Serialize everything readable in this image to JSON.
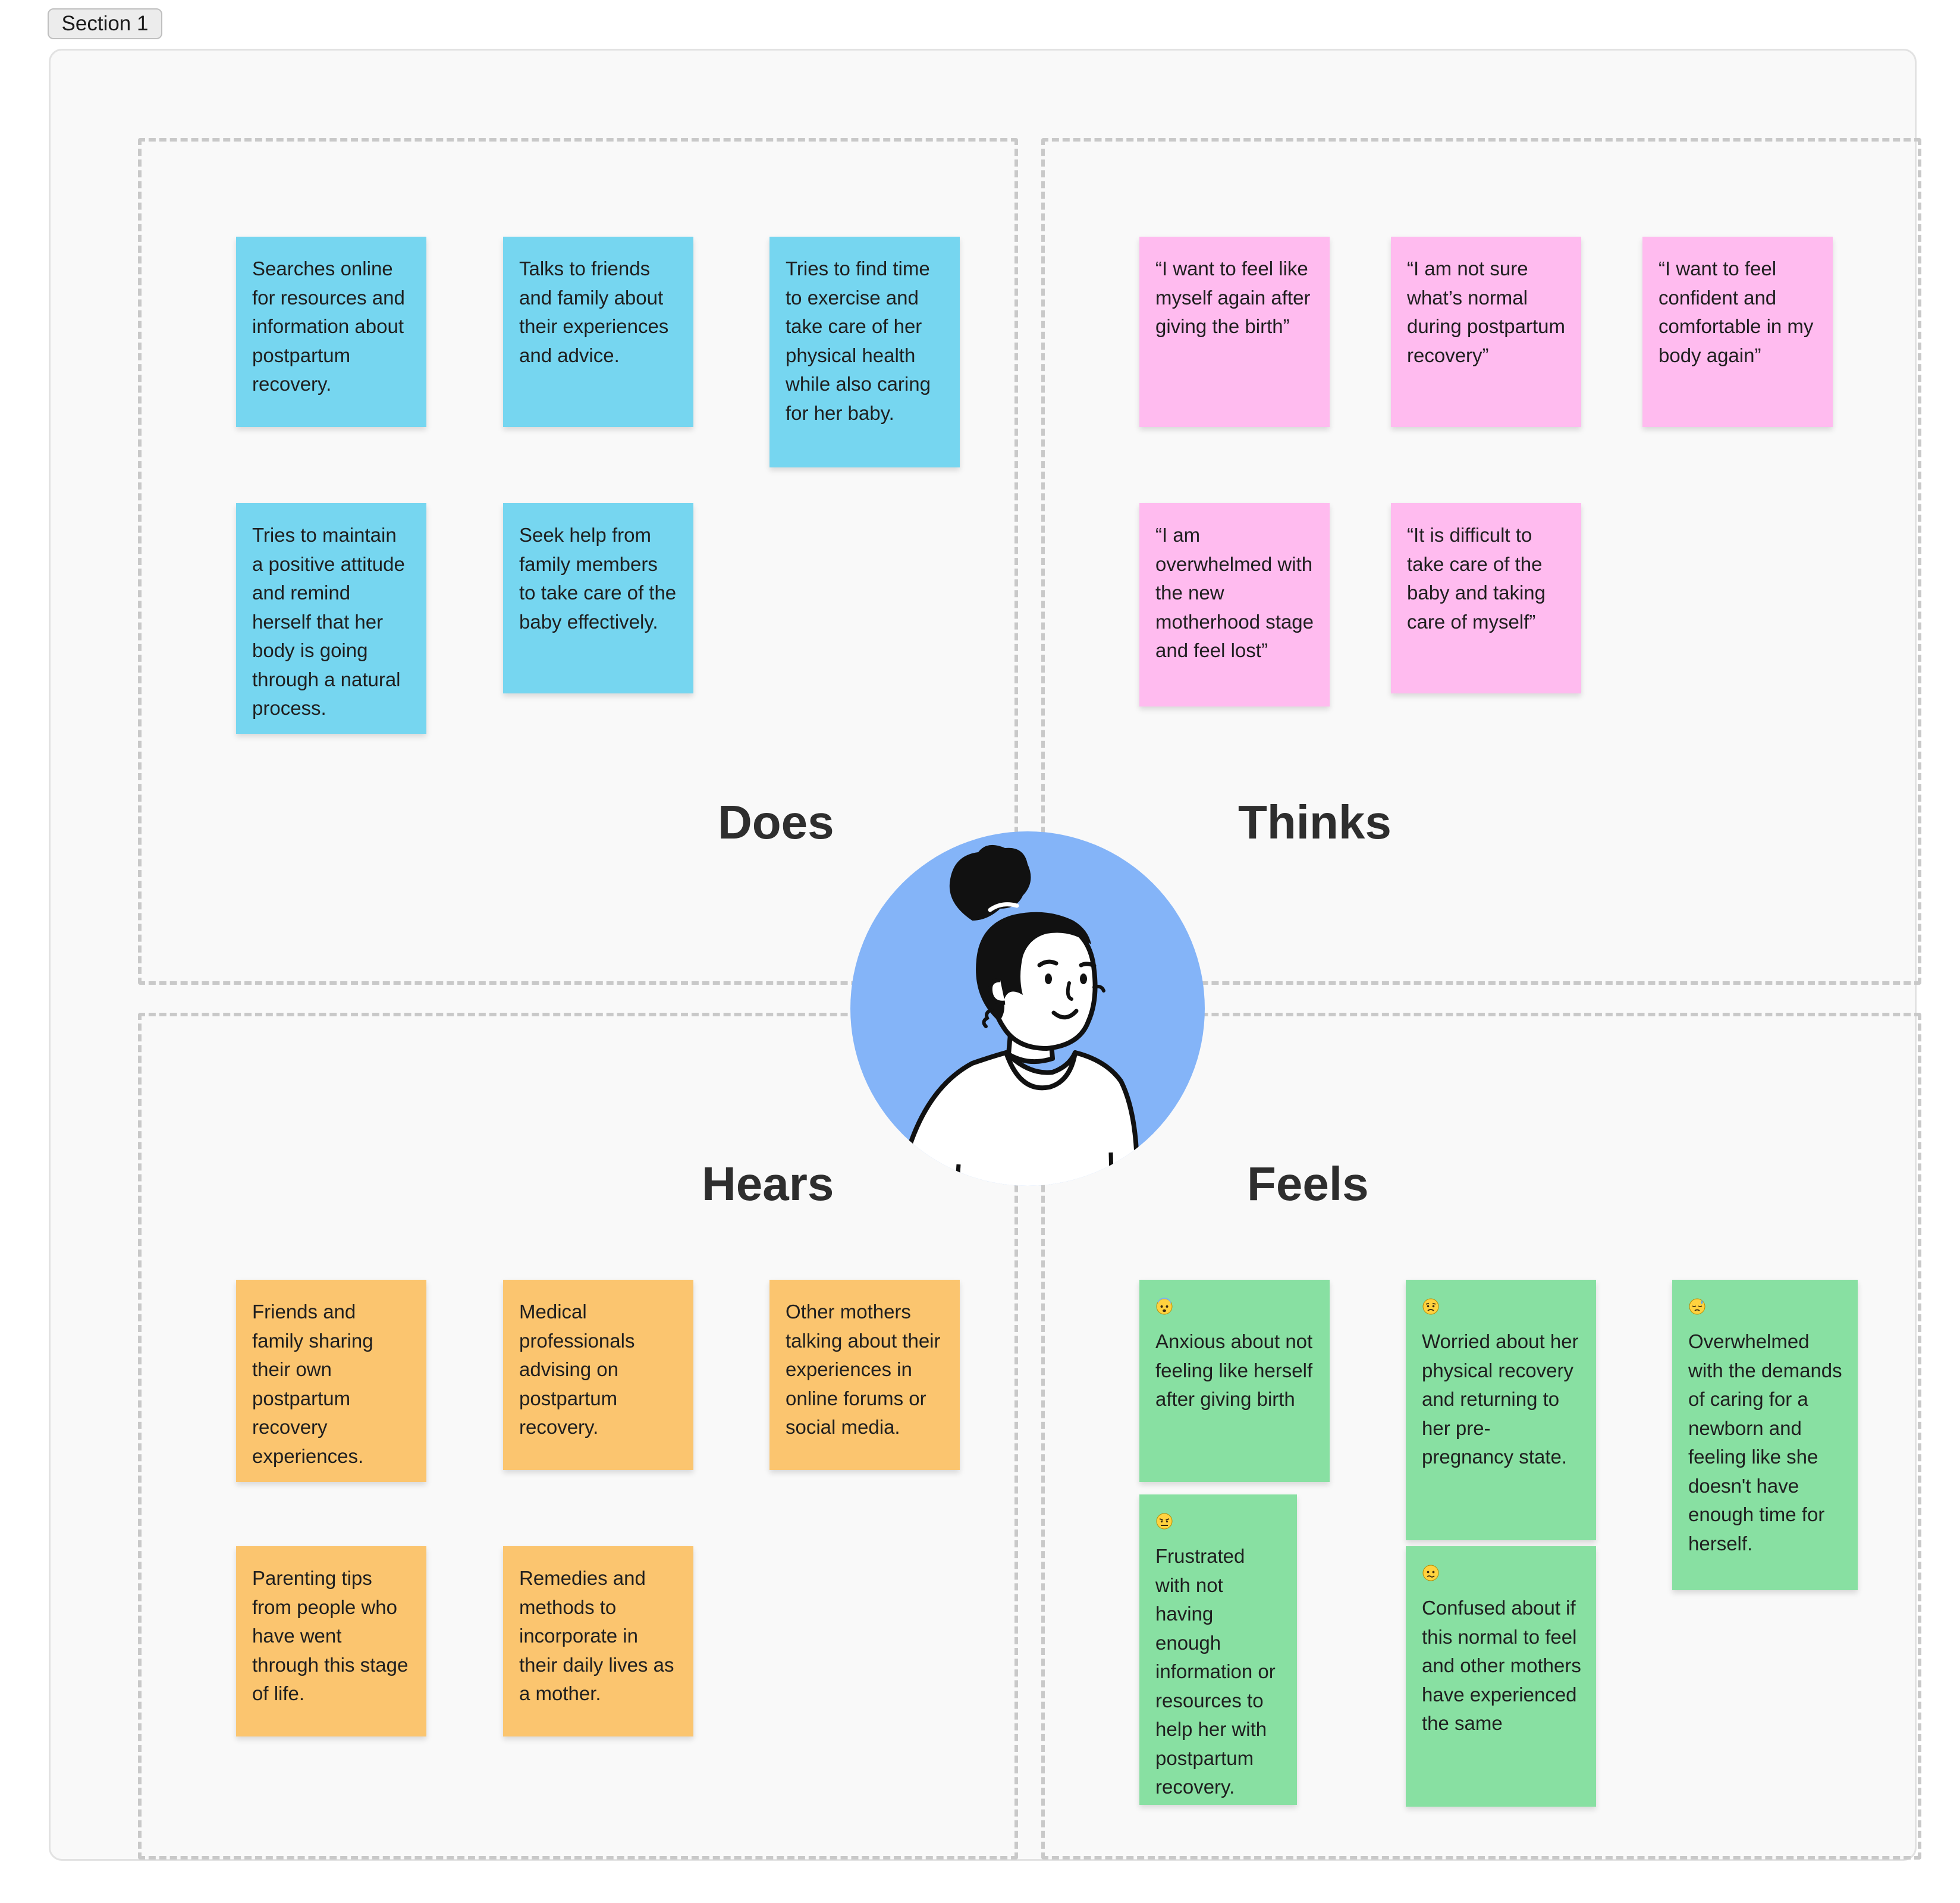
{
  "section": {
    "label": "Section 1"
  },
  "quadrants": {
    "does": {
      "title": "Does"
    },
    "thinks": {
      "title": "Thinks"
    },
    "hears": {
      "title": "Hears"
    },
    "feels": {
      "title": "Feels"
    }
  },
  "colors": {
    "does_note": "#76d6f0",
    "thinks_note": "#ffbbef",
    "hears_note": "#fbc56f",
    "feels_note": "#88e0a2",
    "avatar_bg": "#84b4f8"
  },
  "does_notes": [
    "Searches online for resources and information about postpartum recovery.",
    "Talks to friends and family about their experiences and advice.",
    "Tries to find time to exercise and take care of her physical health while also caring for her baby.",
    "Tries to maintain a positive attitude and remind herself that her body is going through a natural process.",
    "Seek help from family members to take care of the baby effectively."
  ],
  "thinks_notes": [
    "“I want to feel like myself again after giving the birth”",
    "“I am not sure what’s normal during postpartum recovery”",
    "“I want to feel confident and comfortable in my body again”",
    "“I am overwhelmed with the new motherhood stage and feel lost”",
    "“It is difficult to take care of the baby and taking care of myself”"
  ],
  "hears_notes": [
    "Friends and family sharing their own postpartum recovery experiences.",
    "Medical professionals advising on postpartum recovery.",
    "Other mothers talking about their experiences in online forums or social media.",
    "Parenting tips from people who have went through this stage of life.",
    "Remedies and methods to incorporate in their daily lives as a mother."
  ],
  "feels_notes": [
    {
      "icon": "anxious-face-icon",
      "text": "Anxious about not feeling like herself after giving birth"
    },
    {
      "icon": "worried-face-icon",
      "text": "Worried about her physical recovery and returning to her pre-pregnancy state."
    },
    {
      "icon": "sad-sweat-face-icon",
      "text": "Overwhelmed with the demands of caring for a newborn and feeling like she doesn't have enough time for herself."
    },
    {
      "icon": "frustrated-face-icon",
      "text": "Frustrated with not having enough information or resources to help her with postpartum recovery."
    },
    {
      "icon": "confused-face-icon",
      "text": "Confused about if this normal to feel and other mothers have experienced the same"
    }
  ],
  "avatar": {
    "icon": "woman-avatar-icon"
  }
}
